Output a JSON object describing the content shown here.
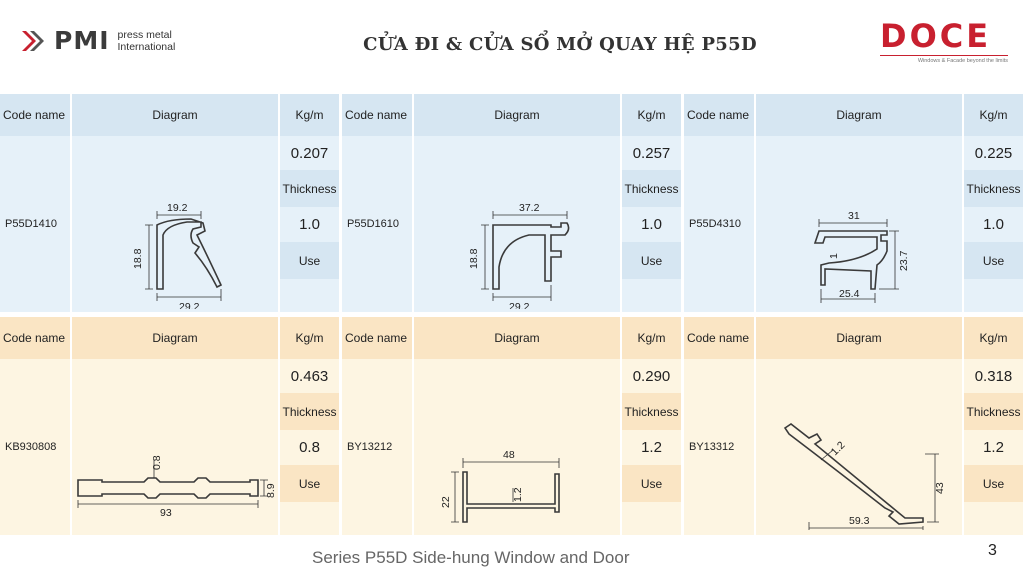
{
  "header": {
    "brand_mark": "PMI",
    "brand_line1": "press metal",
    "brand_line2": "International",
    "title": "CỬA ĐI & CỬA SỔ MỞ QUAY HỆ P55D",
    "partner_brand": "DOCE",
    "partner_tagline": "Windows & Facade beyond the limits"
  },
  "columns": {
    "code": "Code name",
    "diagram": "Diagram",
    "weight": "Kg/m",
    "thickness": "Thickness",
    "use": "Use"
  },
  "profiles": [
    {
      "code": "P55D1410",
      "kgm": "0.207",
      "thickness": "1.0",
      "dims": [
        "19.2",
        "18.8",
        "29.2"
      ]
    },
    {
      "code": "P55D1610",
      "kgm": "0.257",
      "thickness": "1.0",
      "dims": [
        "37.2",
        "18.8",
        "29.2"
      ]
    },
    {
      "code": "P55D4310",
      "kgm": "0.225",
      "thickness": "1.0",
      "dims": [
        "31",
        "1",
        "23.7",
        "25.4"
      ]
    },
    {
      "code": "KB930808",
      "kgm": "0.463",
      "thickness": "0.8",
      "dims": [
        "0.8",
        "8.9",
        "93"
      ]
    },
    {
      "code": "BY13212",
      "kgm": "0.290",
      "thickness": "1.2",
      "dims": [
        "48",
        "22",
        "1.2"
      ]
    },
    {
      "code": "BY13312",
      "kgm": "0.318",
      "thickness": "1.2",
      "dims": [
        "1.2",
        "43",
        "59.3"
      ]
    }
  ],
  "footer": {
    "series_text": "Series P55D Side-hung Window and Door",
    "page_number": "3"
  }
}
